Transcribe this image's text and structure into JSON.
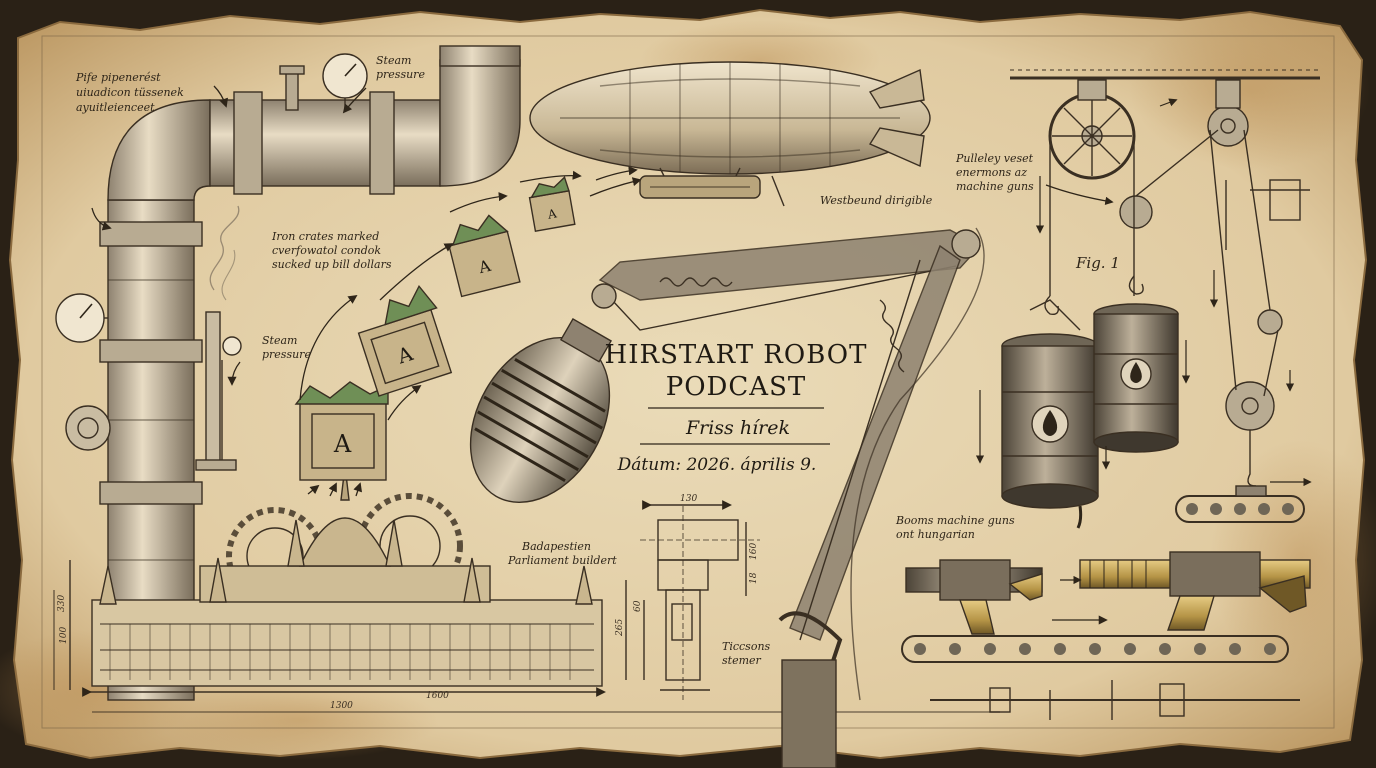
{
  "podcast": {
    "title_line1": "HIRSTART ROBOT",
    "title_line2": "PODCAST",
    "subtitle": "Friss hírek",
    "date_line": "Dátum: 2026. április 9."
  },
  "annotations": {
    "pipe_note": [
      "Pife pipenerést",
      "uiuadicon tüssenek",
      "ayuitleienceet"
    ],
    "steam_pressure_top": [
      "Steam",
      "pressure"
    ],
    "steam_pressure_left": [
      "Steam",
      "pressure"
    ],
    "iron_crates": [
      "Iron crates marked",
      "cverfowatol condok",
      "sucked up bill dollars"
    ],
    "dirigible": "Westbeund dirigible",
    "pulley": [
      "Pulleley veset",
      "enermons az",
      "machine guns"
    ],
    "fig": "Fig. 1",
    "parliament": [
      "Badapestien",
      "Parliament buildert"
    ],
    "machine_guns": [
      "Booms machine guns",
      "ont hungarian"
    ],
    "detail_note": [
      "Ticcsons",
      "stemer"
    ],
    "crate_letter": "A"
  },
  "dimensions": {
    "d1300": "1300",
    "d1600": "1600",
    "d330": "330",
    "d100": "100",
    "d130": "130",
    "d160": "160",
    "d18": "18",
    "d60": "60",
    "d265": "265"
  },
  "colors": {
    "paper": "#e6d5b0",
    "paper_stain": "#c9a46a",
    "ink": "#3a2f22",
    "brass": "#b59446",
    "money": "#6f8f56"
  }
}
